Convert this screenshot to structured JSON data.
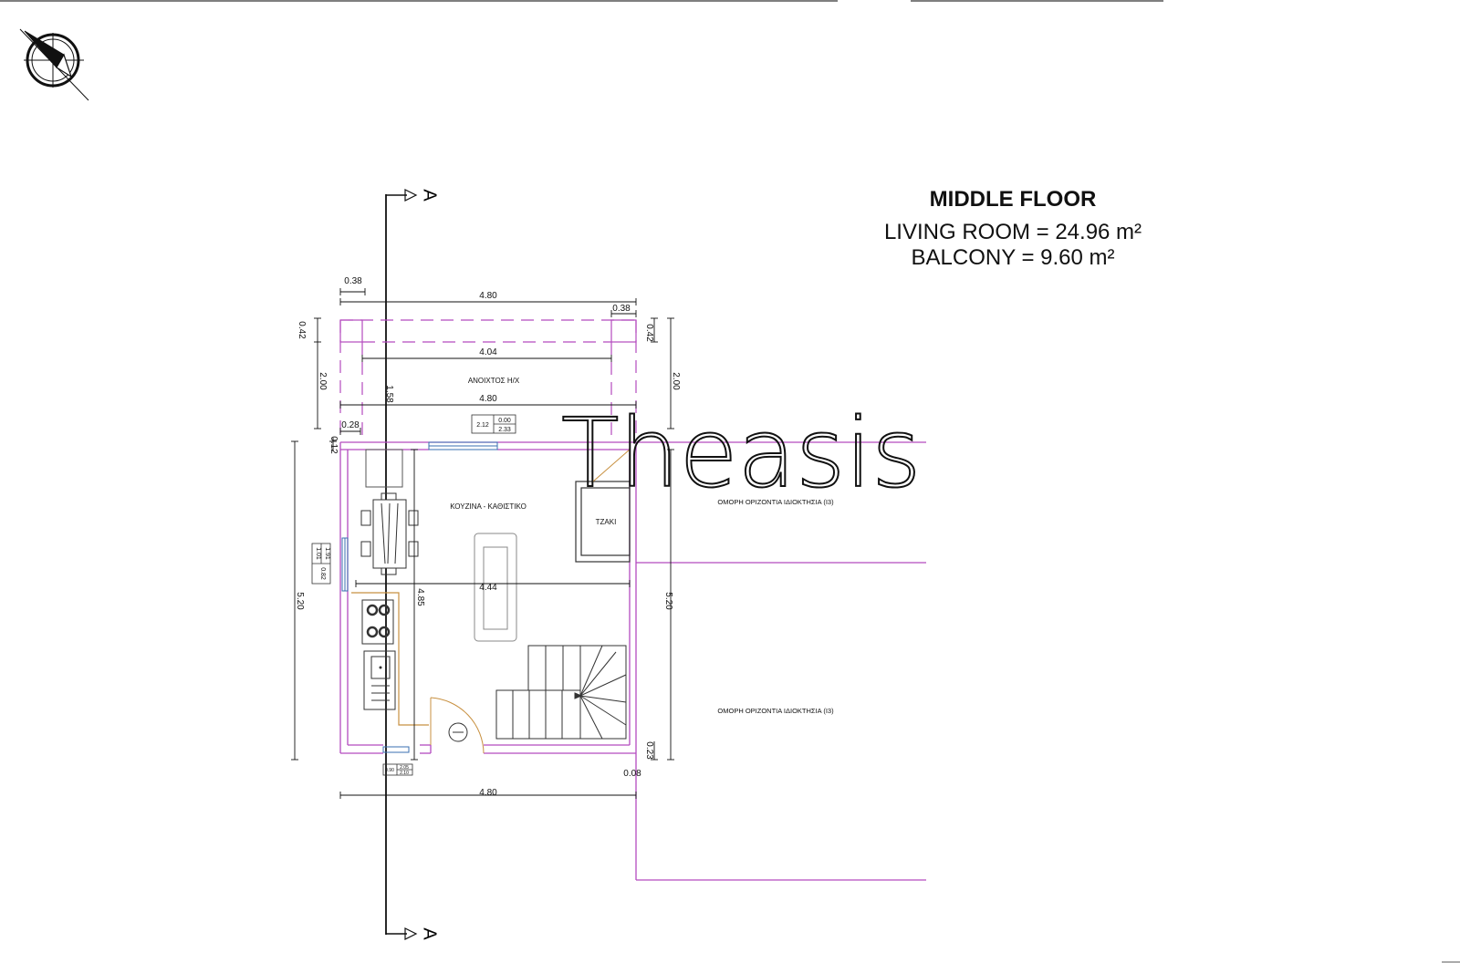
{
  "title": {
    "heading": "MIDDLE FLOOR",
    "living_room": "LIVING ROOM = 24.96 m²",
    "balcony": "BALCONY = 9.60 m²"
  },
  "watermark": "Theasis",
  "section_marks": {
    "top": "A",
    "bottom": "A"
  },
  "rooms": {
    "balcony_label": "ΑΝΟΙΧΤΟΣ Η/Χ",
    "living_label": "ΚΟΥΖΙΝΑ - ΚΑΘΙΣΤΙΚΟ",
    "fireplace_label": "ΤΖΑΚΙ",
    "neighbor_1": "ΟΜΟΡΗ ΟΡΙΖΟΝΤΙΑ ΙΔΙΟΚΤΗΣΙΑ (Ι3)",
    "neighbor_2": "ΟΜΟΡΗ ΟΡΙΖΟΝΤΙΑ ΙΔΙΟΚΤΗΣΙΑ (Ι3)"
  },
  "dimensions": {
    "top_overall": "4.80",
    "top_left_col": "0.38",
    "top_right_col": "0.38",
    "balcony_inner": "4.04",
    "balcony_edge": "4.80",
    "left_042": "0.42",
    "right_042": "0.42",
    "left_200": "2.00",
    "right_200": "2.00",
    "v_158": "1.58",
    "left_028": "0.28",
    "left_012": "0.12",
    "left_520": "5.20",
    "right_520": "5.20",
    "inner_444": "4.44",
    "inner_485": "4.85",
    "right_023": "0.23",
    "bottom_008": "0.08",
    "bottom_overall": "4.80"
  },
  "window_tags": {
    "balcony_door": [
      "2.12",
      "0.00",
      "2.33"
    ],
    "side_window": [
      "1.91",
      "1.01",
      "0.82"
    ],
    "entry": [
      "0.90",
      "2.05",
      "2.10"
    ]
  },
  "colors": {
    "wall": "#b44bbf",
    "line": "#222222",
    "stair": "#333333",
    "counter": "#c89040",
    "glass": "#3a6fb0"
  }
}
